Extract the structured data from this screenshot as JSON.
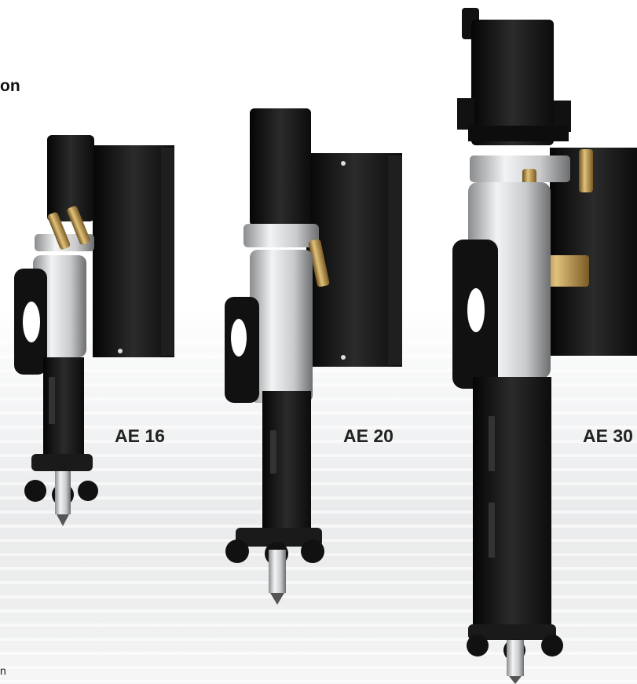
{
  "heading_fragment": "on",
  "footer_fragment": "n",
  "products": [
    {
      "label": "AE 16"
    },
    {
      "label": "AE 20"
    },
    {
      "label": "AE 30"
    }
  ],
  "colors": {
    "housing": "#151515",
    "steel": "#d9dadb",
    "brass": "#b08a45"
  }
}
